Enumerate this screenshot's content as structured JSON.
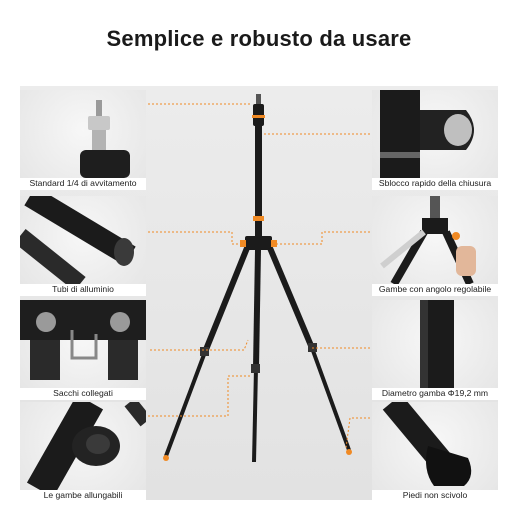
{
  "title": "Semplice e robusto da usare",
  "features": {
    "screw_standard": "Standard 1/4 di avvitamento",
    "aluminum_tubes": "Tubi di alluminio",
    "bag_hooks": "Sacchi collegati",
    "extendable_legs": "Le gambe allungabili",
    "quick_release": "Sblocco rapido della chiusura",
    "adjustable_legs": "Gambe con angolo regolabile",
    "leg_diameter": "Diametro gamba Φ19,2 mm",
    "non_slip_feet": "Piedi non scivolo"
  },
  "colors": {
    "accent": "#f08a24",
    "tripod": "#1b1b1b",
    "background": "#e6e6e6"
  }
}
